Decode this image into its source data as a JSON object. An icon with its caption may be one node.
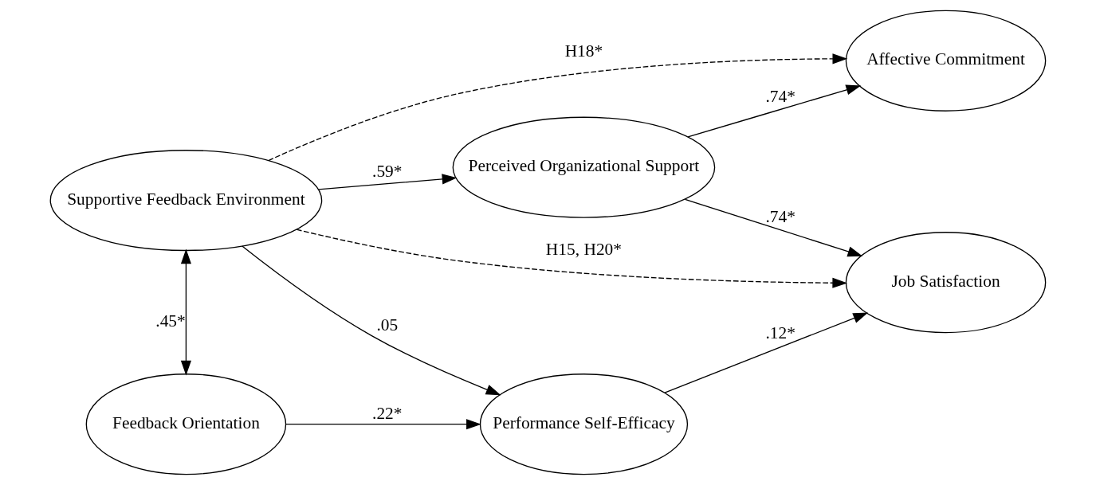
{
  "diagram": {
    "nodes": [
      {
        "text": [
          "Supportive Feedback Environment"
        ]
      },
      {
        "text": [
          "Feedback Orientation"
        ]
      },
      {
        "text": [
          "Perceived Organizational Support"
        ]
      },
      {
        "text": [
          "Performance Self-Efficacy"
        ]
      },
      {
        "text": [
          "Job Satisfaction"
        ]
      },
      {
        "text": [
          "Affective Commitment"
        ]
      }
    ],
    "edges": [
      {
        "from": 0,
        "to": 1,
        "arrow": "both",
        "label": ".45*"
      },
      {
        "from": 0,
        "to": 2,
        "arrow": "to",
        "label": ".59*"
      },
      {
        "from": 0,
        "to": 3,
        "arrow": "to",
        "label": ".05"
      },
      {
        "from": 0,
        "to": 4,
        "arrow": "to",
        "label": "H15, H20*",
        "style": "dashed"
      },
      {
        "from": 0,
        "to": 5,
        "arrow": "to",
        "label": "H18*",
        "style": "dashed"
      },
      {
        "from": 1,
        "to": 3,
        "arrow": "to",
        "label": ".22*"
      },
      {
        "from": 2,
        "to": 4,
        "arrow": "to",
        "label": ".74*"
      },
      {
        "from": 2,
        "to": 5,
        "arrow": "to",
        "label": ".74*"
      },
      {
        "from": 3,
        "to": 4,
        "arrow": "to",
        "label": ".12*"
      }
    ]
  }
}
